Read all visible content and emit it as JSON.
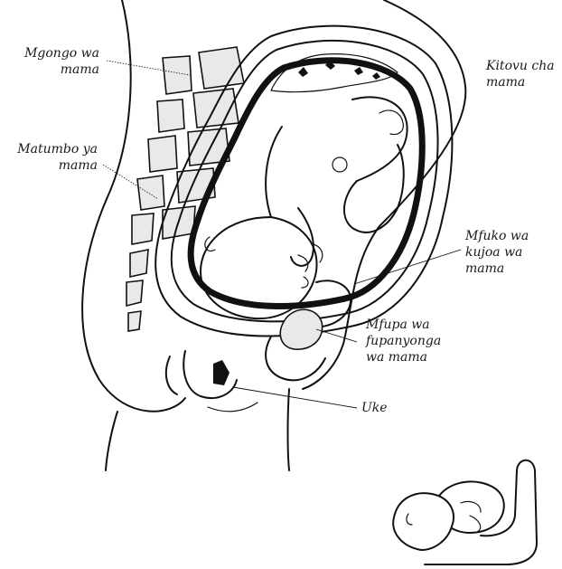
{
  "labels": {
    "spine": [
      "Mgongo wa",
      "mama"
    ],
    "navel": [
      "Kitovu cha",
      "mama"
    ],
    "intestines": [
      "Matumbo ya",
      "mama"
    ],
    "bladder": [
      "Mfuko wa",
      "kujoa wa",
      "mama"
    ],
    "pelvic_bone": [
      "Mfupa wa",
      "fupanyonga",
      "wa mama"
    ],
    "vagina": [
      "Uke"
    ]
  }
}
